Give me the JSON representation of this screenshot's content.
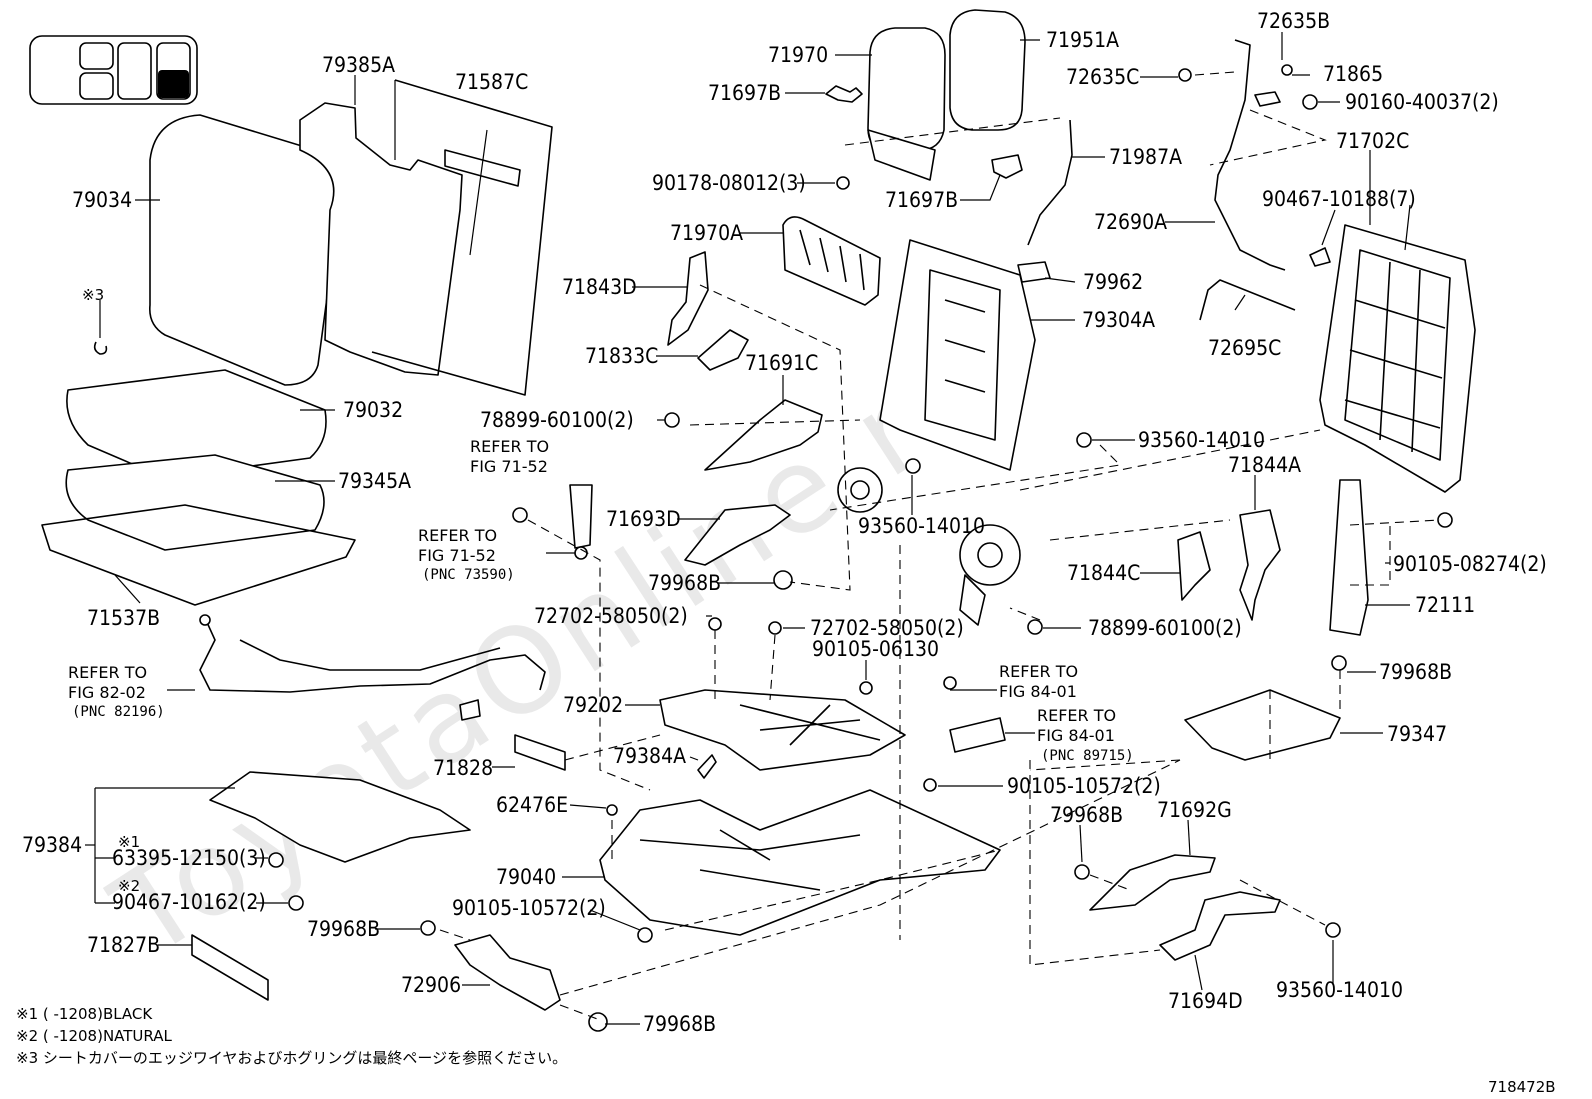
{
  "diagram_id": "718472B",
  "watermark": "ToyotaOnline.ru",
  "labels": [
    {
      "id": "79385A",
      "text": "79385A"
    },
    {
      "id": "71587C",
      "text": "71587C"
    },
    {
      "id": "79034",
      "text": "79034"
    },
    {
      "id": "ref3",
      "text": "※3"
    },
    {
      "id": "79032",
      "text": "79032"
    },
    {
      "id": "79345A",
      "text": "79345A"
    },
    {
      "id": "71537B",
      "text": "71537B"
    },
    {
      "id": "71970",
      "text": "71970"
    },
    {
      "id": "71951A",
      "text": "71951A"
    },
    {
      "id": "71697B_1",
      "text": "71697B"
    },
    {
      "id": "90178-08012",
      "text": "90178-08012(3)"
    },
    {
      "id": "71697B_2",
      "text": "71697B"
    },
    {
      "id": "71987A",
      "text": "71987A"
    },
    {
      "id": "72635B",
      "text": "72635B"
    },
    {
      "id": "72635C",
      "text": "72635C"
    },
    {
      "id": "71865",
      "text": "71865"
    },
    {
      "id": "90160-40037",
      "text": "90160-40037(2)"
    },
    {
      "id": "71702C",
      "text": "71702C"
    },
    {
      "id": "90467-10188",
      "text": "90467-10188(7)"
    },
    {
      "id": "72690A",
      "text": "72690A"
    },
    {
      "id": "71970A",
      "text": "71970A"
    },
    {
      "id": "71843D",
      "text": "71843D"
    },
    {
      "id": "79962",
      "text": "79962"
    },
    {
      "id": "79304A",
      "text": "79304A"
    },
    {
      "id": "72695C",
      "text": "72695C"
    },
    {
      "id": "71833C",
      "text": "71833C"
    },
    {
      "id": "71691C",
      "text": "71691C"
    },
    {
      "id": "78899-60100_a",
      "text": "78899-60100(2)"
    },
    {
      "id": "93560-14010_a",
      "text": "93560-14010"
    },
    {
      "id": "71844A",
      "text": "71844A"
    },
    {
      "id": "93560-14010_b",
      "text": "93560-14010"
    },
    {
      "id": "71693D",
      "text": "71693D"
    },
    {
      "id": "71844C",
      "text": "71844C"
    },
    {
      "id": "90105-08274",
      "text": "90105-08274(2)"
    },
    {
      "id": "79968B_a",
      "text": "79968B"
    },
    {
      "id": "72111",
      "text": "72111"
    },
    {
      "id": "72702-58050_a",
      "text": "72702-58050(2)"
    },
    {
      "id": "72702-58050_b",
      "text": "72702-58050(2)"
    },
    {
      "id": "78899-60100_b",
      "text": "78899-60100(2)"
    },
    {
      "id": "90105-06130",
      "text": "90105-06130"
    },
    {
      "id": "79968B_b",
      "text": "79968B"
    },
    {
      "id": "79202",
      "text": "79202"
    },
    {
      "id": "79347",
      "text": "79347"
    },
    {
      "id": "79384A",
      "text": "79384A"
    },
    {
      "id": "71828",
      "text": "71828"
    },
    {
      "id": "90105-10572_a",
      "text": "90105-10572(2)"
    },
    {
      "id": "62476E",
      "text": "62476E"
    },
    {
      "id": "79968B_c",
      "text": "79968B"
    },
    {
      "id": "71692G",
      "text": "71692G"
    },
    {
      "id": "79384",
      "text": "79384"
    },
    {
      "id": "ref1",
      "text": "※1"
    },
    {
      "id": "63395-12150",
      "text": "63395-12150(3)"
    },
    {
      "id": "ref2",
      "text": "※2"
    },
    {
      "id": "90467-10162",
      "text": "90467-10162(2)"
    },
    {
      "id": "79040",
      "text": "79040"
    },
    {
      "id": "90105-10572_b",
      "text": "90105-10572(2)"
    },
    {
      "id": "79968B_d",
      "text": "79968B"
    },
    {
      "id": "71827B",
      "text": "71827B"
    },
    {
      "id": "72906",
      "text": "72906"
    },
    {
      "id": "79968B_e",
      "text": "79968B"
    },
    {
      "id": "93560-14010_c",
      "text": "93560-14010"
    },
    {
      "id": "71694D",
      "text": "71694D"
    }
  ],
  "references": [
    {
      "id": "ref_71_52_a",
      "line1": "REFER TO",
      "line2": "FIG 71-52",
      "line3": ""
    },
    {
      "id": "ref_71_52_b",
      "line1": "REFER TO",
      "line2": "FIG 71-52",
      "line3": "(PNC 73590)"
    },
    {
      "id": "ref_82_02",
      "line1": "REFER TO",
      "line2": "FIG 82-02",
      "line3": "(PNC 82196)"
    },
    {
      "id": "ref_84_01_a",
      "line1": "REFER TO",
      "line2": "FIG 84-01",
      "line3": ""
    },
    {
      "id": "ref_84_01_b",
      "line1": "REFER TO",
      "line2": "FIG 84-01",
      "line3": "(PNC 89715)"
    }
  ],
  "notes": [
    {
      "id": "n1",
      "text": "※1 (      -1208)BLACK"
    },
    {
      "id": "n2",
      "text": "※2 (      -1208)NATURAL"
    },
    {
      "id": "n3",
      "text": "※3 シートカバーのエッジワイヤおよびホグリングは最終ページを参照ください。"
    }
  ]
}
